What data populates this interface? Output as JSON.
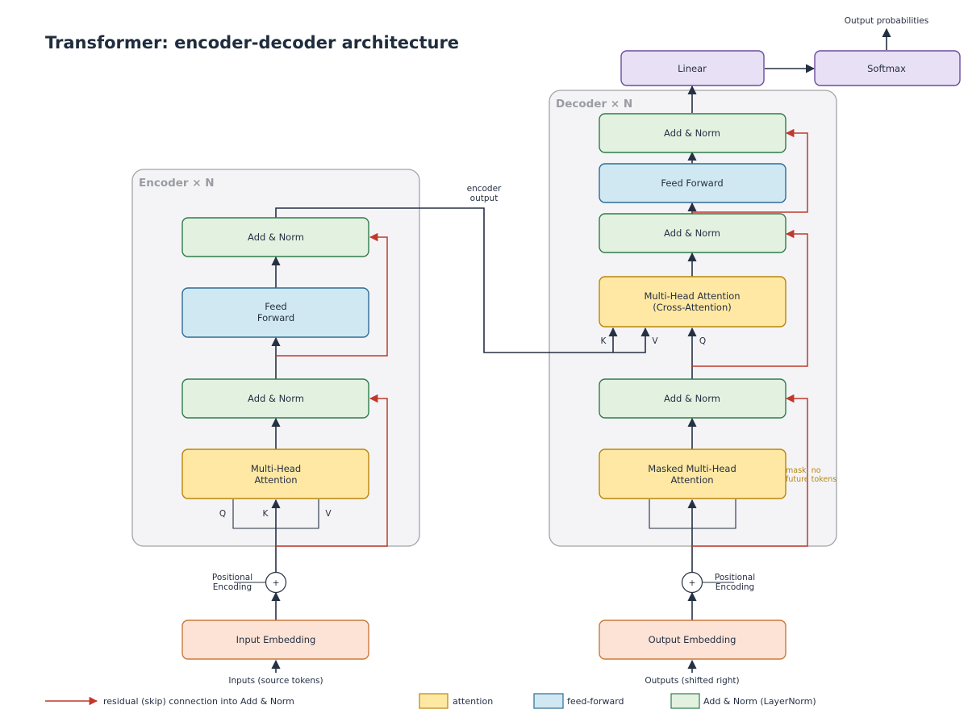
{
  "title": "Transformer: encoder-decoder architecture",
  "encoder": {
    "stack_label": "Encoder × N",
    "add_norm_top": "Add & Norm",
    "feed_forward": [
      "Feed",
      "Forward"
    ],
    "add_norm_bottom": "Add & Norm",
    "attention": [
      "Multi-Head",
      "Attention"
    ],
    "q_label": "Q",
    "k_label": "K",
    "v_label": "V",
    "positional_encoding": [
      "Positional",
      "Encoding"
    ],
    "plus": "+",
    "embedding": "Input Embedding",
    "inputs": "Inputs (source tokens)"
  },
  "decoder": {
    "stack_label": "Decoder × N",
    "add_norm_top": "Add & Norm",
    "feed_forward": "Feed Forward",
    "add_norm_mid": "Add & Norm",
    "cross_attention": [
      "Multi-Head Attention",
      "(Cross-Attention)"
    ],
    "k_label": "K",
    "v_label": "V",
    "q_label": "Q",
    "add_norm_bottom": "Add & Norm",
    "masked_attention": [
      "Masked Multi-Head",
      "Attention"
    ],
    "mask_note": [
      "mask: no",
      "future tokens"
    ],
    "positional_encoding": [
      "Positional",
      "Encoding"
    ],
    "plus": "+",
    "embedding": "Output Embedding",
    "outputs": "Outputs (shifted right)"
  },
  "encoder_output_label": [
    "encoder",
    "output"
  ],
  "linear": "Linear",
  "softmax": "Softmax",
  "output_probabilities": "Output probabilities",
  "legend": {
    "residual": "residual (skip) connection into Add & Norm",
    "attention": "attention",
    "feed_forward": "feed-forward",
    "add_norm": "Add & Norm (LayerNorm)"
  },
  "colors": {
    "attention_fill": "#FFE8A3",
    "attention_stroke": "#B8860B",
    "ff_fill": "#D0E8F2",
    "ff_stroke": "#2E6A94",
    "norm_fill": "#E3F1E1",
    "norm_stroke": "#2E7D4A",
    "embed_fill": "#FDE3D6",
    "embed_stroke": "#C87A3C",
    "output_fill": "#E8E0F5",
    "output_stroke": "#6A4C9C",
    "stack_fill": "#F4F4F7",
    "stack_stroke": "#A3A3A8",
    "flow": "#253043",
    "residual": "#C0392B"
  }
}
